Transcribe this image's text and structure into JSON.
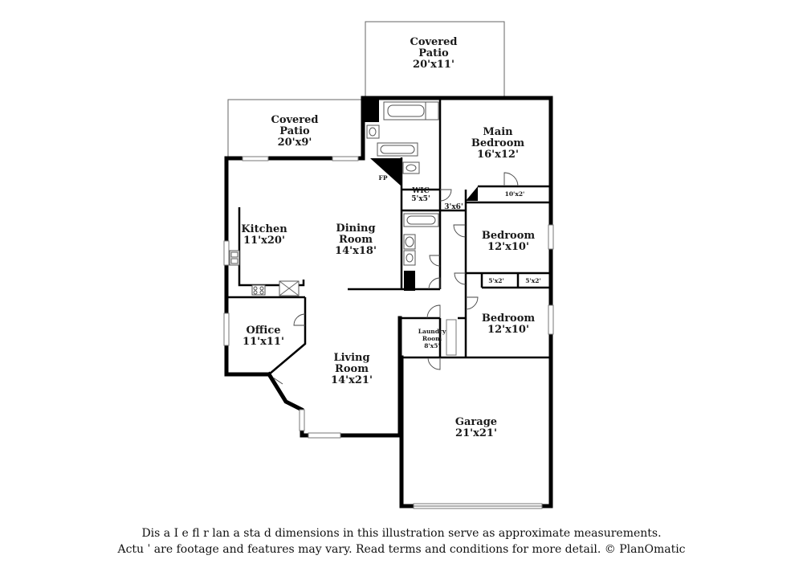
{
  "rooms": {
    "covered_patio_top": {
      "name_1": "Covered",
      "name_2": "Patio",
      "size": "20'x11'"
    },
    "covered_patio_left": {
      "name_1": "Covered",
      "name_2": "Patio",
      "size": "20'x9'"
    },
    "main_bedroom": {
      "name_1": "Main",
      "name_2": "Bedroom",
      "size": "16'x12'"
    },
    "main_closet": {
      "size": "10'x2'"
    },
    "fireplace": {
      "label": "FP"
    },
    "wic": {
      "name": "WIC",
      "size": "5'x5'"
    },
    "hall_closet": {
      "size": "3'x6'"
    },
    "kitchen": {
      "name": "Kitchen",
      "size": "11'x20'"
    },
    "dining_room": {
      "name_1": "Dining",
      "name_2": "Room",
      "size": "14'x18'"
    },
    "bedroom_2": {
      "name": "Bedroom",
      "size": "12'x10'"
    },
    "closet_a": {
      "size": "5'x2'"
    },
    "closet_b": {
      "size": "5'x2'"
    },
    "bedroom_3": {
      "name": "Bedroom",
      "size": "12'x10'"
    },
    "laundry_room": {
      "name_1": "Laundry",
      "name_2": "Room",
      "size": "8'x5'"
    },
    "office": {
      "name": "Office",
      "size": "11'x11'"
    },
    "living_room": {
      "name_1": "Living",
      "name_2": "Room",
      "size": "14'x21'"
    },
    "garage": {
      "name": "Garage",
      "size": "21'x21'"
    }
  },
  "disclaimer": {
    "line_1": "Dis  a     I e fl  r  lan a   sta  d dimensions in this illustration serve as approximate measurements.",
    "line_2": "Actu    ˈ  are footage and features may vary. Read terms and conditions for more detail. © PlanOmatic"
  }
}
